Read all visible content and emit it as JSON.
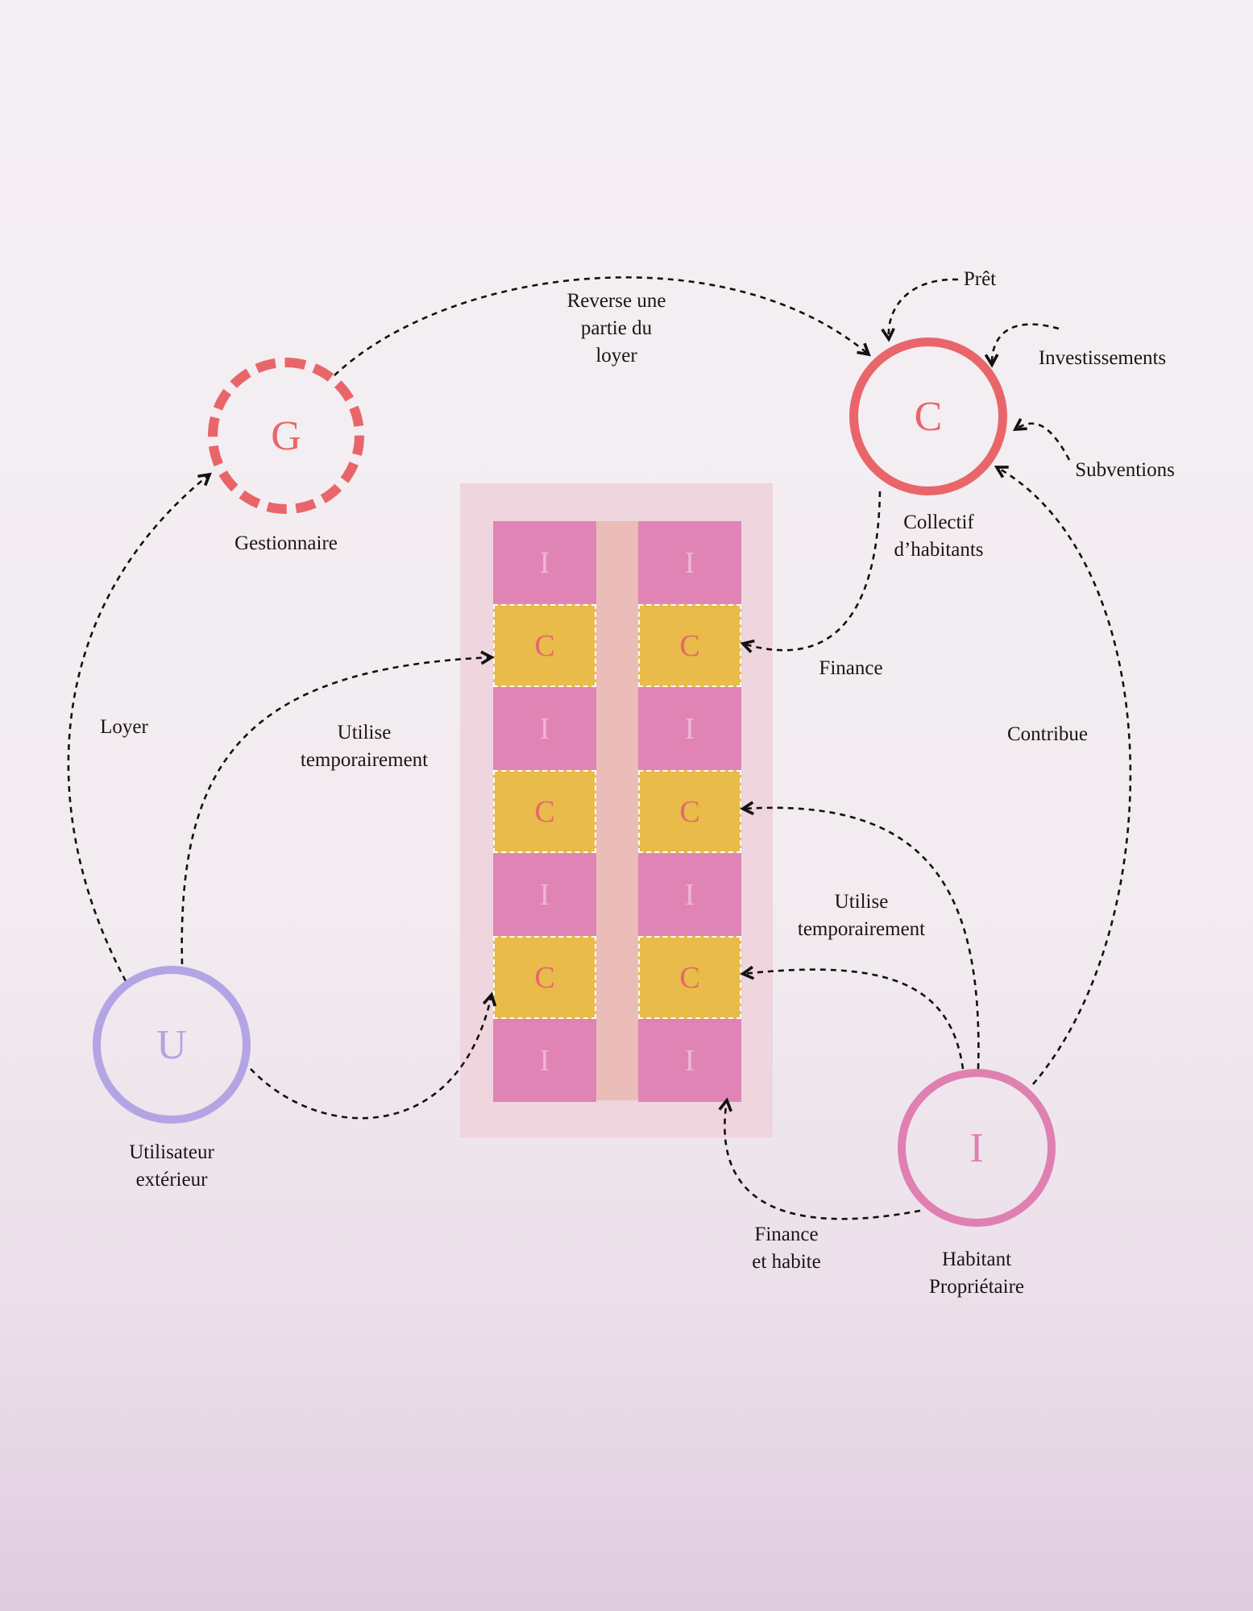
{
  "actors": {
    "gestionnaire": {
      "letter": "G",
      "label": "Gestionnaire",
      "color": "#e8666a"
    },
    "collectif": {
      "letter": "C",
      "label_lines": [
        "Collectif",
        "d’habitants"
      ],
      "color": "#e8666a"
    },
    "utilisateur": {
      "letter": "U",
      "label_lines": [
        "Utilisateur",
        "extérieur"
      ],
      "color": "#b3a4e4"
    },
    "habitant": {
      "letter": "I",
      "label_lines": [
        "Habitant",
        "Propriétaire"
      ],
      "color": "#df80b0"
    }
  },
  "building": {
    "columns": [
      [
        "I",
        "C",
        "I",
        "C",
        "I",
        "C",
        "I"
      ],
      [
        "I",
        "C",
        "I",
        "C",
        "I",
        "C",
        "I"
      ]
    ]
  },
  "flows": {
    "reverse": [
      "Reverse une",
      "partie du",
      "loyer"
    ],
    "pret": "Prêt",
    "investissements": "Investissements",
    "subventions": "Subventions",
    "finance": "Finance",
    "loyer": "Loyer",
    "utilise_left": [
      "Utilise",
      "temporairement"
    ],
    "contribue": "Contribue",
    "utilise_right": [
      "Utilise",
      "temporairement"
    ],
    "finance_habite": [
      "Finance",
      "et habite"
    ]
  }
}
